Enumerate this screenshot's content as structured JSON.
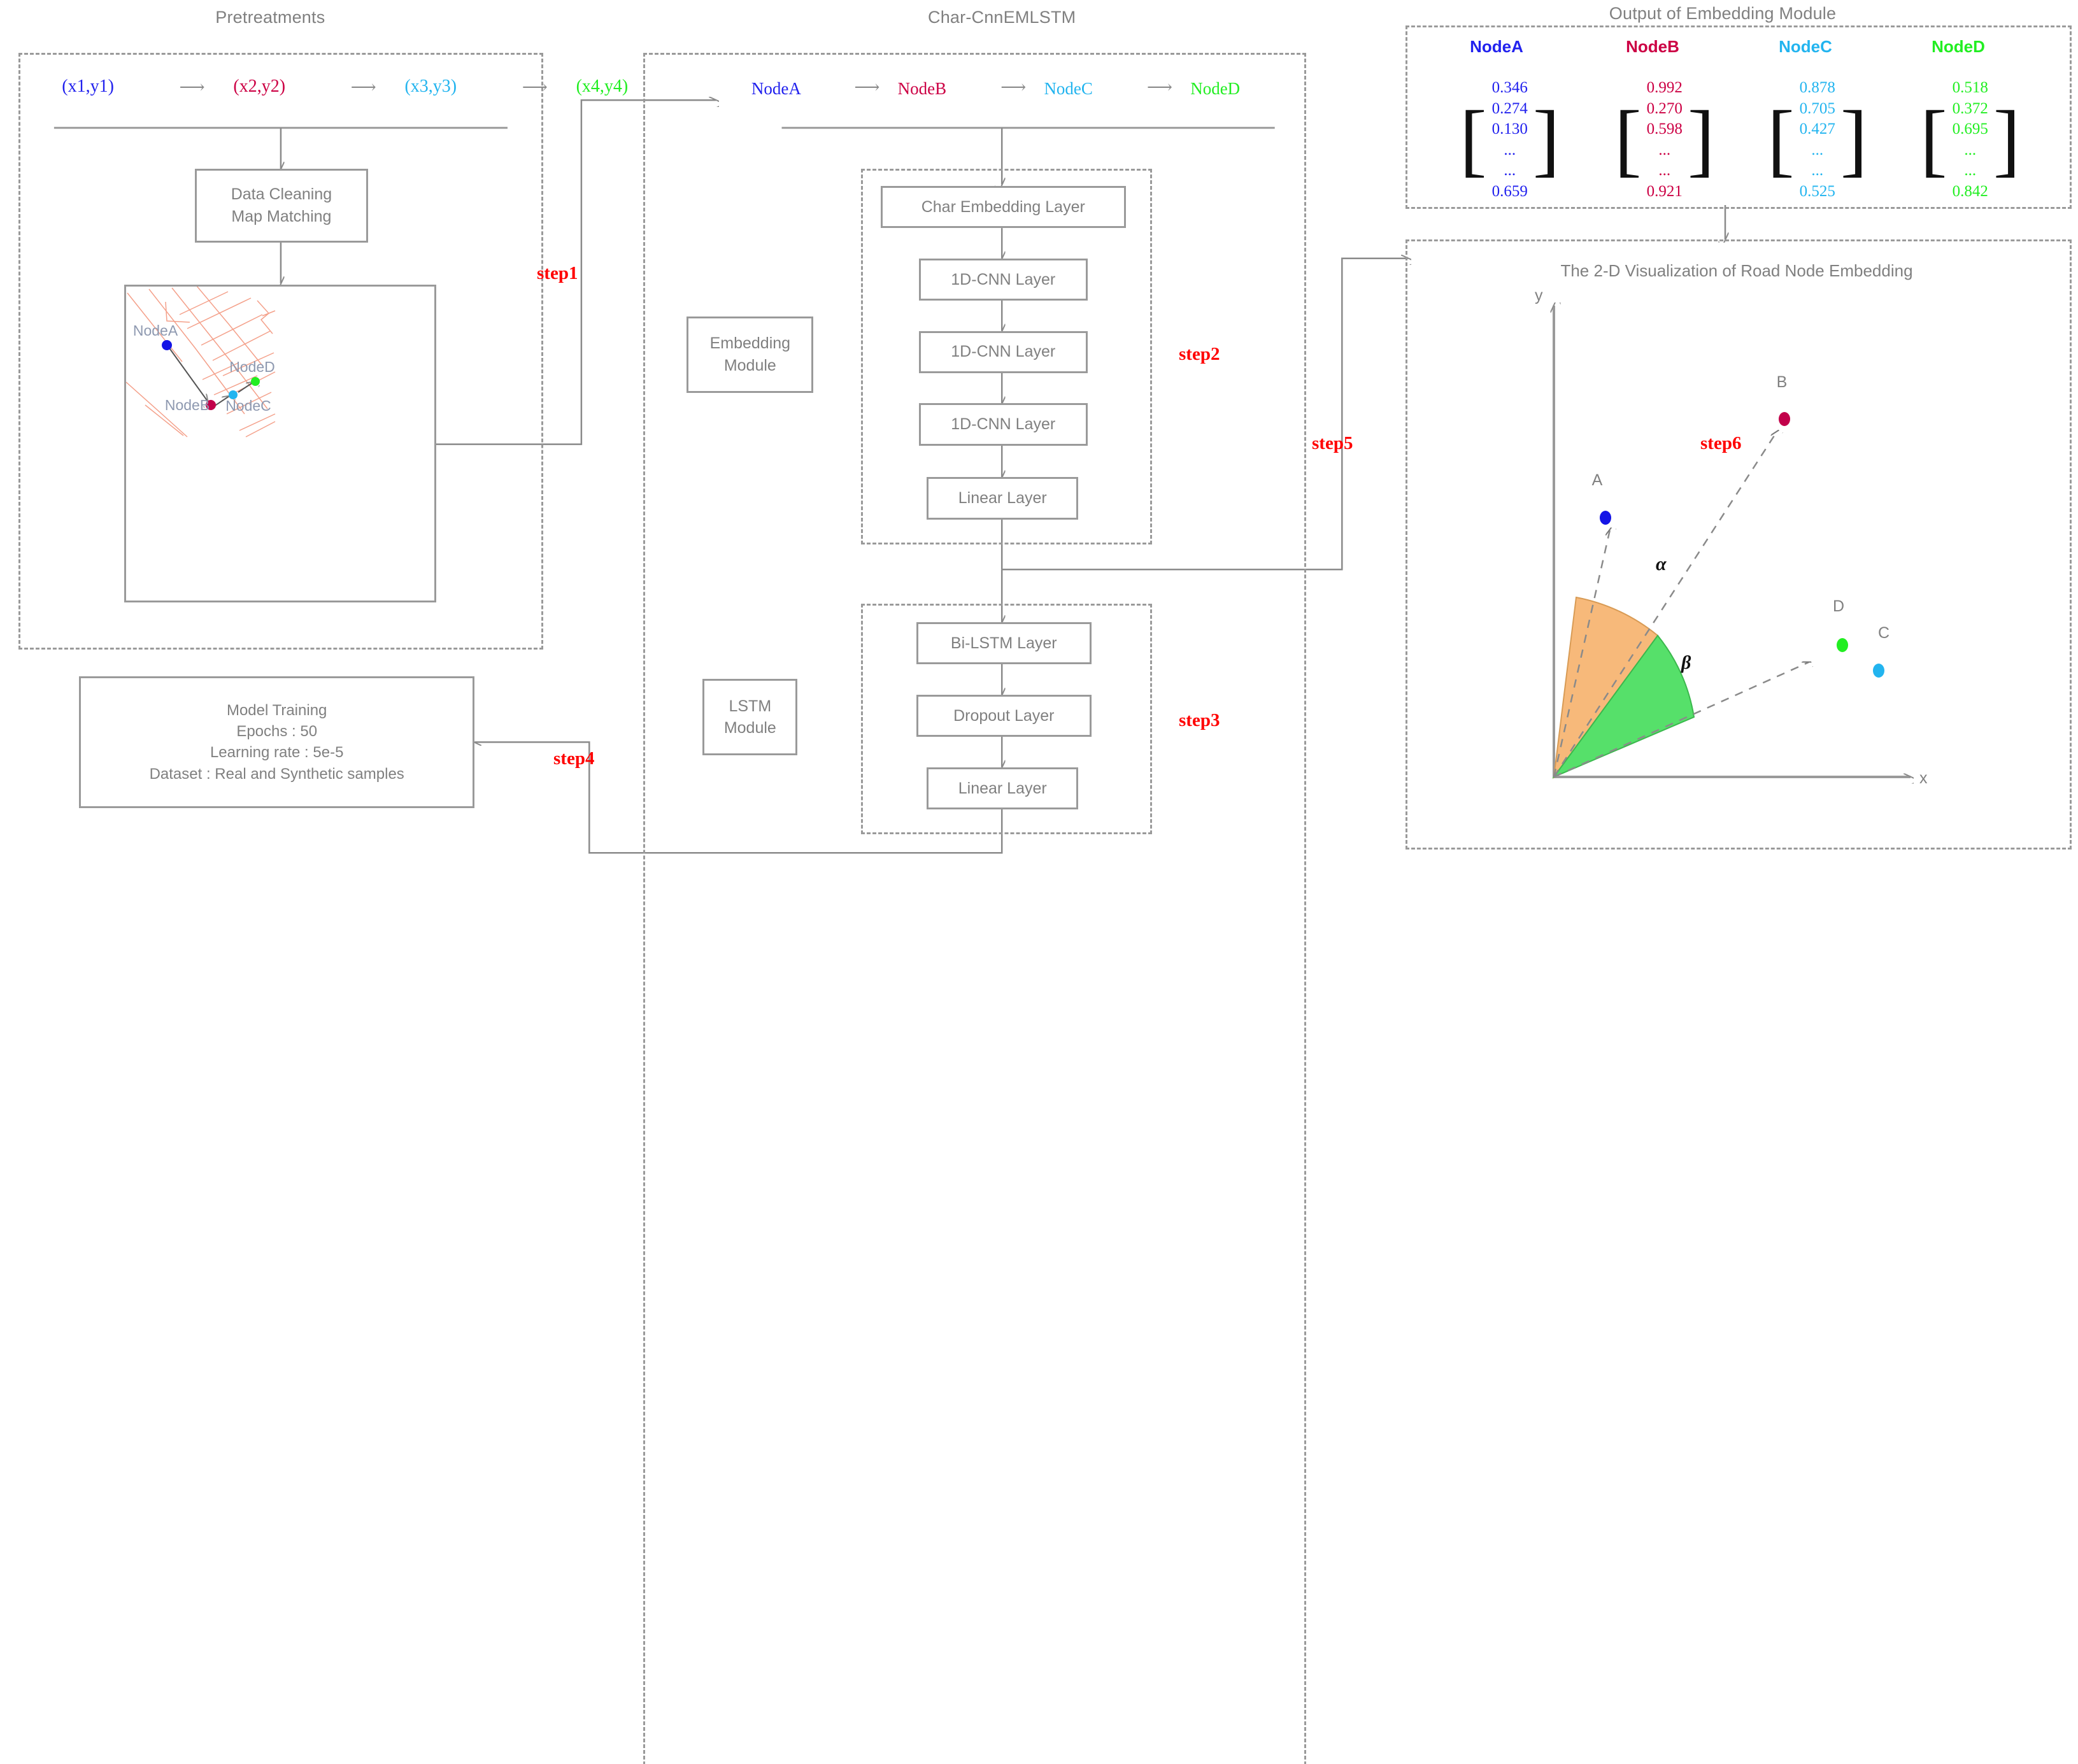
{
  "panels": {
    "pretreatments": {
      "title": "Pretreatments"
    },
    "model": {
      "title": "Char-CnnEMLSTM"
    },
    "output": {
      "title": "Output of Embedding Module"
    }
  },
  "trajectory": {
    "points": [
      "(x1,y1)",
      "(x2,y2)",
      "(x3,y3)",
      "(x4,y4)"
    ],
    "arrow": "⟶"
  },
  "preprocess_box": {
    "line1": "Data Cleaning",
    "line2": "Map Matching"
  },
  "map": {
    "nodes": [
      {
        "label": "NodeA",
        "color": "#1414e6"
      },
      {
        "label": "NodeB",
        "color": "#c2004a"
      },
      {
        "label": "NodeC",
        "color": "#22b4ef"
      },
      {
        "label": "NodeD",
        "color": "#22ee22"
      }
    ],
    "road_color": "#f4a08a"
  },
  "node_sequence": {
    "nodes": [
      "NodeA",
      "NodeB",
      "NodeC",
      "NodeD"
    ],
    "arrow": "⟶"
  },
  "embedding_module": {
    "label_line1": "Embedding",
    "label_line2": "Module",
    "layers": [
      "Char Embedding Layer",
      "1D-CNN Layer",
      "1D-CNN Layer",
      "1D-CNN Layer",
      "Linear Layer"
    ]
  },
  "lstm_module": {
    "label_line1": "LSTM",
    "label_line2": "Module",
    "layers": [
      "Bi-LSTM Layer",
      "Dropout Layer",
      "Linear Layer"
    ]
  },
  "model_training": {
    "lines": [
      "Model Training",
      "Epochs : 50",
      "Learning rate : 5e-5",
      "Dataset : Real and Synthetic samples"
    ]
  },
  "steps": [
    {
      "label": "step1"
    },
    {
      "label": "step2"
    },
    {
      "label": "step3"
    },
    {
      "label": "step4"
    },
    {
      "label": "step5"
    },
    {
      "label": "step6"
    }
  ],
  "embedding_output": {
    "columns": [
      {
        "name": "NodeA",
        "color": "#2222ee",
        "values": [
          "0.346",
          "0.274",
          "0.130",
          "...",
          "...",
          "0.659"
        ]
      },
      {
        "name": "NodeB",
        "color": "#cc0044",
        "values": [
          "0.992",
          "0.270",
          "0.598",
          "...",
          "...",
          "0.921"
        ]
      },
      {
        "name": "NodeC",
        "color": "#22b4ef",
        "values": [
          "0.878",
          "0.705",
          "0.427",
          "...",
          "...",
          "0.525"
        ]
      },
      {
        "name": "NodeD",
        "color": "#22ee22",
        "values": [
          "0.518",
          "0.372",
          "0.695",
          "...",
          "...",
          "0.842"
        ]
      }
    ]
  },
  "visualization": {
    "title": "The 2-D Visualization of Road Node Embedding",
    "x_axis": "x",
    "y_axis": "y",
    "angles": [
      {
        "label": "α",
        "color": "#f7b97a"
      },
      {
        "label": "β",
        "color": "#56e06a"
      }
    ],
    "points": [
      {
        "label": "A",
        "color": "#1414e6"
      },
      {
        "label": "B",
        "color": "#c2004a"
      },
      {
        "label": "C",
        "color": "#22b4ef"
      },
      {
        "label": "D",
        "color": "#22ee22"
      }
    ]
  },
  "colors": {
    "panel_border": "#9a9a9a",
    "box_border": "#9a9a9a",
    "text": "#808080",
    "step_red": "#ff0000"
  }
}
